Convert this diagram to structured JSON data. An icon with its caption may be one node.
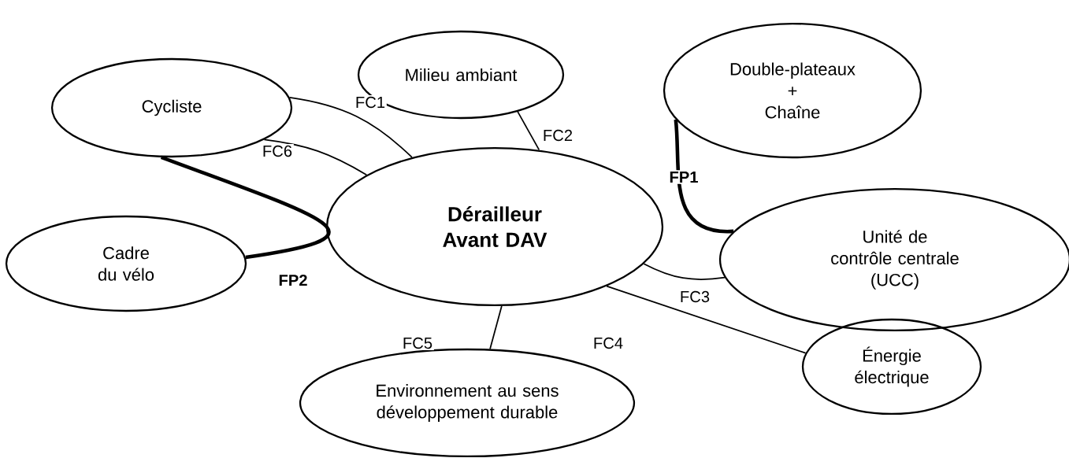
{
  "diagram": {
    "nodes": [
      {
        "text": [
          "Dérailleur Avant DAV"
        ]
      },
      {
        "text": [
          "Cycliste"
        ]
      },
      {
        "text": [
          "Milieu ambiant"
        ]
      },
      {
        "text": [
          "Double-plateaux",
          "+",
          "Chaîne"
        ]
      },
      {
        "text": [
          "Cadre du vélo"
        ]
      },
      {
        "text": [
          "Unité de contrôle centrale",
          "(UCC)"
        ]
      },
      {
        "text": [
          "Énergie électrique"
        ]
      },
      {
        "text": [
          "Environnement au sens développement durable"
        ]
      }
    ],
    "edges": [
      {
        "from": 1,
        "to": 0,
        "arrow": "none",
        "label": "FC1"
      },
      {
        "from": 2,
        "to": 0,
        "arrow": "none",
        "label": "FC2"
      },
      {
        "from": 3,
        "to": 5,
        "arrow": "none",
        "label": "FP1",
        "style": "thick"
      },
      {
        "from": 0,
        "to": 5,
        "arrow": "none",
        "label": "FC3"
      },
      {
        "from": 0,
        "to": 6,
        "arrow": "none",
        "label": "FC4"
      },
      {
        "from": 0,
        "to": 7,
        "arrow": "none",
        "label": "FC5"
      },
      {
        "from": 1,
        "to": 0,
        "arrow": "none",
        "label": "FC6"
      },
      {
        "from": 1,
        "to": 4,
        "arrow": "none",
        "label": "FP2",
        "style": "thick"
      }
    ]
  }
}
